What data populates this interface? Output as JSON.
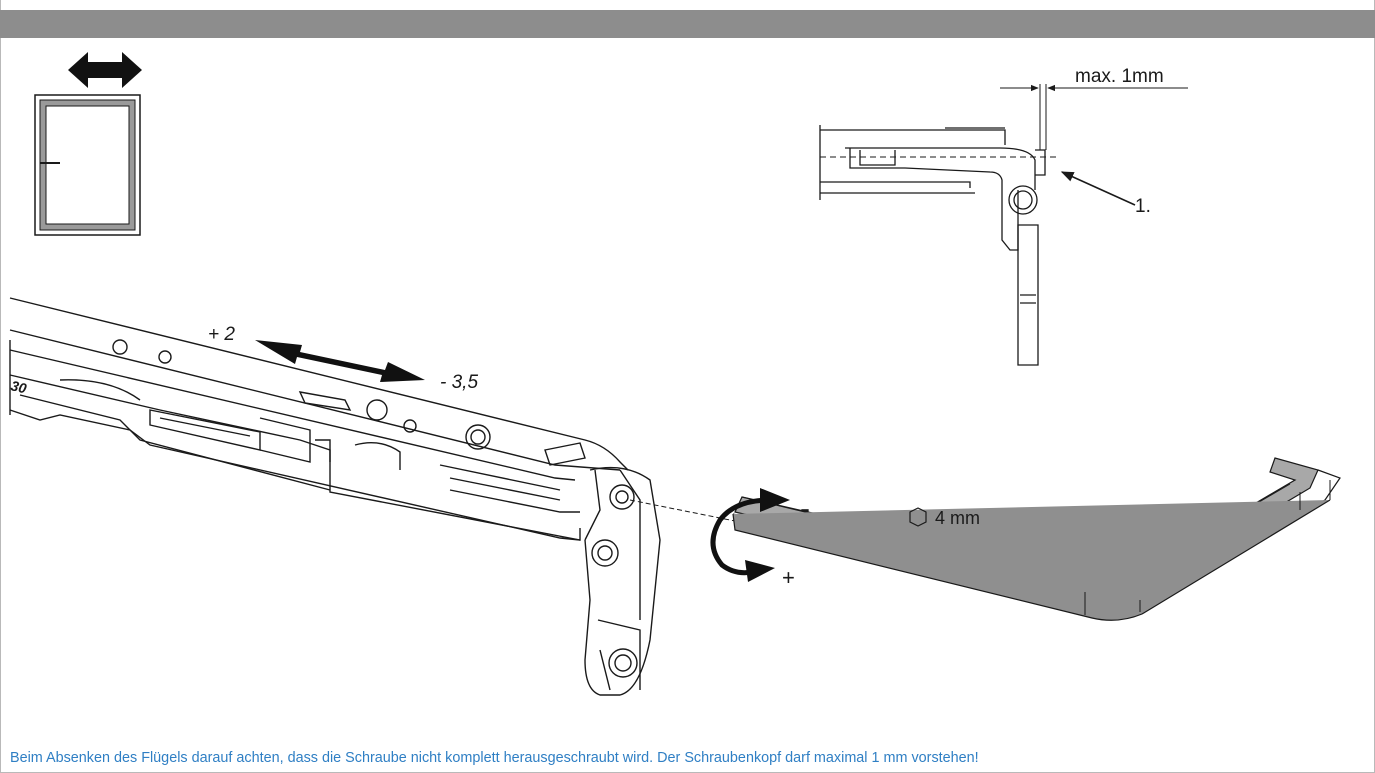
{
  "labels": {
    "max_gap": "max. 1mm",
    "step_one": "1.",
    "adjust_plus": "+ 2",
    "adjust_minus": "- 3,5",
    "rotate_minus": "-",
    "rotate_plus": "+",
    "hex_size": "4 mm"
  },
  "caption": "Beim Absenken des Flügels darauf achten, dass die Schraube nicht komplett herausgeschraubt wird. Der Schraubenkopf darf maximal 1 mm vorstehen!",
  "icons": [
    "double-arrow-horizontal-icon",
    "window-sash-icon",
    "hexagon-icon",
    "rotate-arrow-icon"
  ],
  "colors": {
    "header_bar": "#8d8d8d",
    "caption_text": "#2f7fc4",
    "hex_key": "#a8a8a8",
    "lines": "#1a1a1a"
  }
}
